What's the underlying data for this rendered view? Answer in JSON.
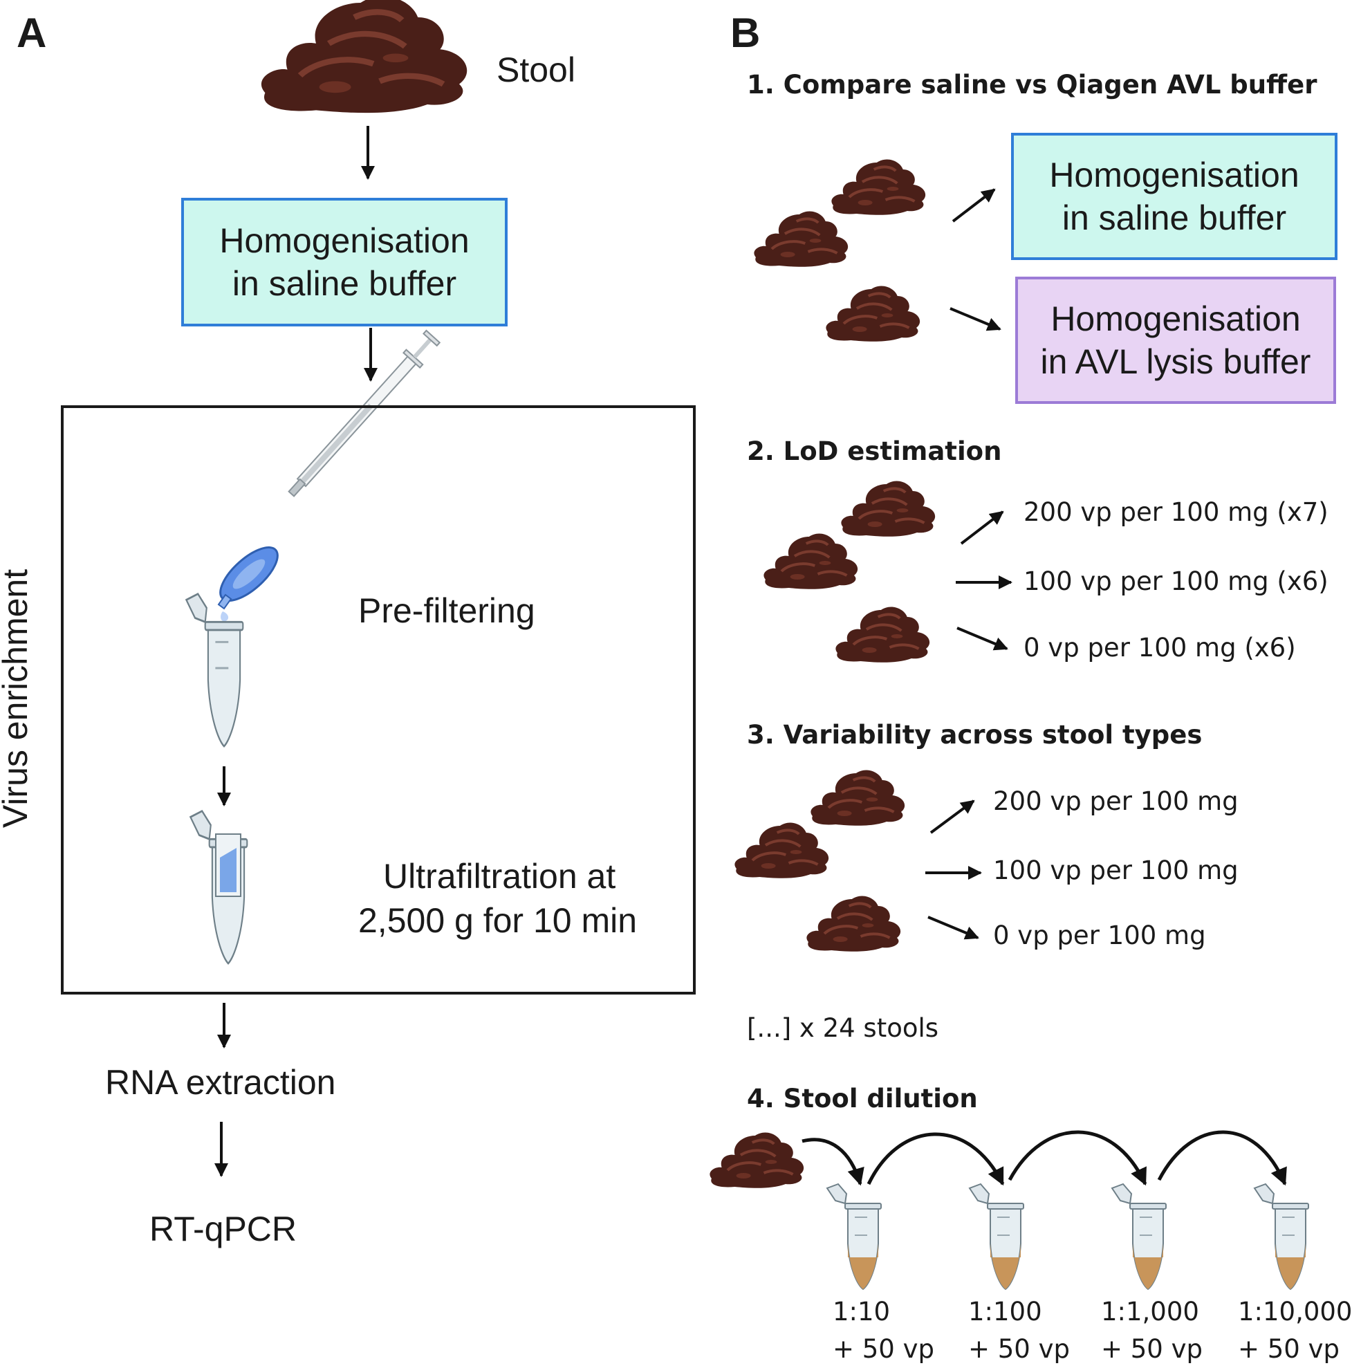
{
  "panel_a": {
    "label": "A",
    "stool_label": "Stool",
    "homogenisation": {
      "line1": "Homogenisation",
      "line2": "in saline buffer"
    },
    "enrichment_label": "Virus enrichment",
    "prefilter_label": "Pre-filtering",
    "ultra_line1": "Ultrafiltration at",
    "ultra_line2": "2,500 g for 10 min",
    "rna_label": "RNA extraction",
    "qpcr_label": "RT-qPCR"
  },
  "panel_b": {
    "label": "B",
    "section1": {
      "heading": "1. Compare saline vs Qiagen AVL buffer",
      "saline_box": {
        "line1": "Homogenisation",
        "line2": "in saline buffer"
      },
      "avl_box": {
        "line1": "Homogenisation",
        "line2": "in AVL lysis buffer"
      }
    },
    "section2": {
      "heading": "2. LoD estimation",
      "items": [
        "200 vp per 100 mg (x7)",
        "100 vp per 100 mg (x6)",
        "0 vp per 100 mg (x6)"
      ]
    },
    "section3": {
      "heading": "3. Variability across stool types",
      "items": [
        "200 vp per 100 mg",
        "100 vp per 100 mg",
        "0 vp per 100 mg"
      ],
      "footer": "[...] x 24 stools"
    },
    "section4": {
      "heading": "4. Stool dilution",
      "tubes": [
        {
          "ratio": "1:10",
          "spike": "+ 50 vp"
        },
        {
          "ratio": "1:100",
          "spike": "+ 50 vp"
        },
        {
          "ratio": "1:1,000",
          "spike": "+ 50 vp"
        },
        {
          "ratio": "1:10,000",
          "spike": "+ 50 vp"
        }
      ]
    }
  },
  "colors": {
    "stool": "#4a1f18",
    "saline_fill": "#cdf7ee",
    "saline_border": "#2f7ed8",
    "avl_fill": "#e8d4f4",
    "avl_border": "#9c7bd6",
    "filter_blue": "#5b8de6",
    "stool_sample": "#c8955a"
  }
}
